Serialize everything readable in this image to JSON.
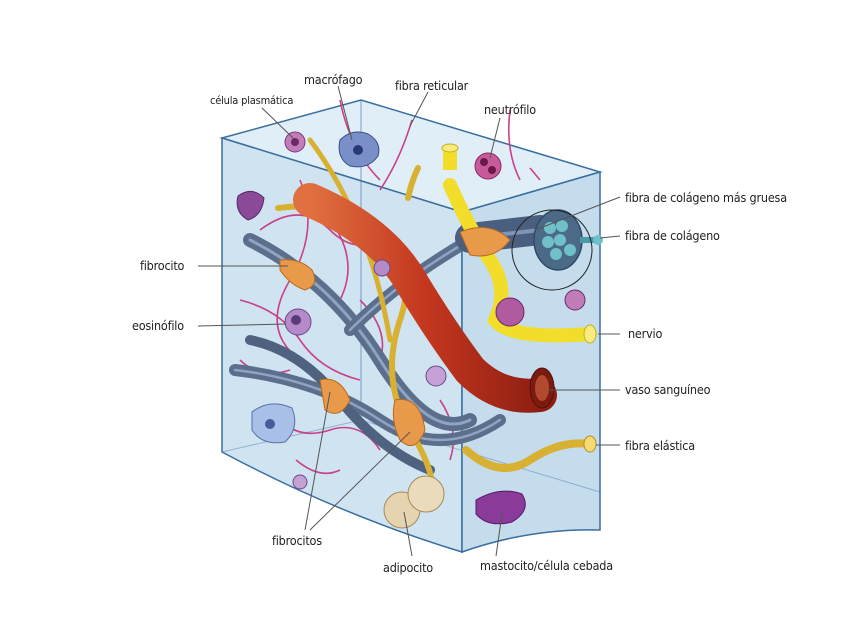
{
  "diagram": {
    "labels": {
      "celula_plasmatica": "célula plasmática",
      "macrofago": "macrófago",
      "fibra_reticular": "fibra reticular",
      "neutrofilo": "neutrófilo",
      "fibra_colageno_gruesa": "fibra de colágeno más gruesa",
      "fibra_colageno": "fibra de colágeno",
      "fibrocito": "fibrocito",
      "eosinofilo": "eosinófilo",
      "nervio": "nervio",
      "vaso_sanguineo": "vaso sanguíneo",
      "fibra_elastica": "fibra elástica",
      "fibrocitos": "fibrocitos",
      "adipocito": "adipocito",
      "mastocito": "mastocito/célula cebada"
    },
    "colors": {
      "box_fill": "#d6e8f3",
      "box_edge": "#3a6e9e",
      "collagen": "#5b6f8c",
      "vessel": "#c4371f",
      "nerve": "#f2de2a",
      "elastic": "#d8b032",
      "reticular": "#c8428a",
      "fibrocyte": "#e89a4a",
      "leader_line": "#555555"
    }
  }
}
